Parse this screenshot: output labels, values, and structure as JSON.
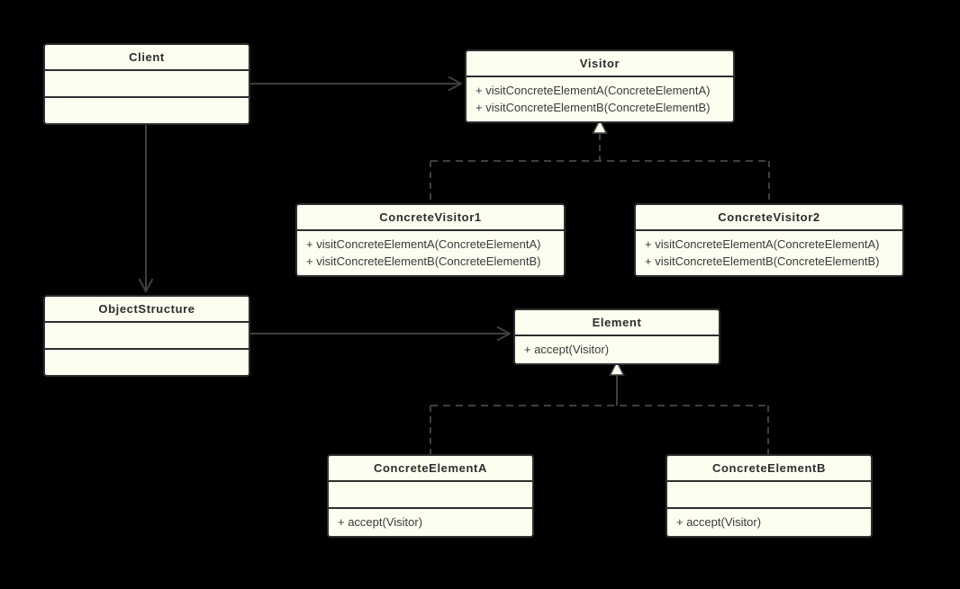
{
  "diagram": {
    "kind": "uml-class-diagram",
    "pattern": "Visitor"
  },
  "colors": {
    "background": "#000000",
    "box_fill": "#fdfdf0",
    "box_border": "#2e2e2e",
    "line": "#3f3f3f",
    "title_text": "#2d2d2d",
    "member_text": "#3b3b3b"
  },
  "classes": {
    "client": {
      "name": "Client",
      "methods": []
    },
    "visitor": {
      "name": "Visitor",
      "methods": [
        "+ visitConcreteElementA(ConcreteElementA)",
        "+ visitConcreteElementB(ConcreteElementB)"
      ]
    },
    "concrete_visitor1": {
      "name": "ConcreteVisitor1",
      "methods": [
        "+ visitConcreteElementA(ConcreteElementA)",
        "+ visitConcreteElementB(ConcreteElementB)"
      ]
    },
    "concrete_visitor2": {
      "name": "ConcreteVisitor2",
      "methods": [
        "+ visitConcreteElementA(ConcreteElementA)",
        "+ visitConcreteElementB(ConcreteElementB)"
      ]
    },
    "object_structure": {
      "name": "ObjectStructure",
      "methods": []
    },
    "element": {
      "name": "Element",
      "methods": [
        "+ accept(Visitor)"
      ]
    },
    "concrete_element_a": {
      "name": "ConcreteElementA",
      "methods": [
        "+ accept(Visitor)"
      ]
    },
    "concrete_element_b": {
      "name": "ConcreteElementB",
      "methods": [
        "+ accept(Visitor)"
      ]
    }
  },
  "relations": [
    {
      "from": "Client",
      "to": "Visitor",
      "type": "directed-association"
    },
    {
      "from": "Client",
      "to": "ObjectStructure",
      "type": "directed-association"
    },
    {
      "from": "ObjectStructure",
      "to": "Element",
      "type": "directed-association"
    },
    {
      "from": "ConcreteVisitor1",
      "to": "Visitor",
      "type": "realization"
    },
    {
      "from": "ConcreteVisitor2",
      "to": "Visitor",
      "type": "realization"
    },
    {
      "from": "ConcreteElementA",
      "to": "Element",
      "type": "realization"
    },
    {
      "from": "ConcreteElementB",
      "to": "Element",
      "type": "realization"
    }
  ]
}
